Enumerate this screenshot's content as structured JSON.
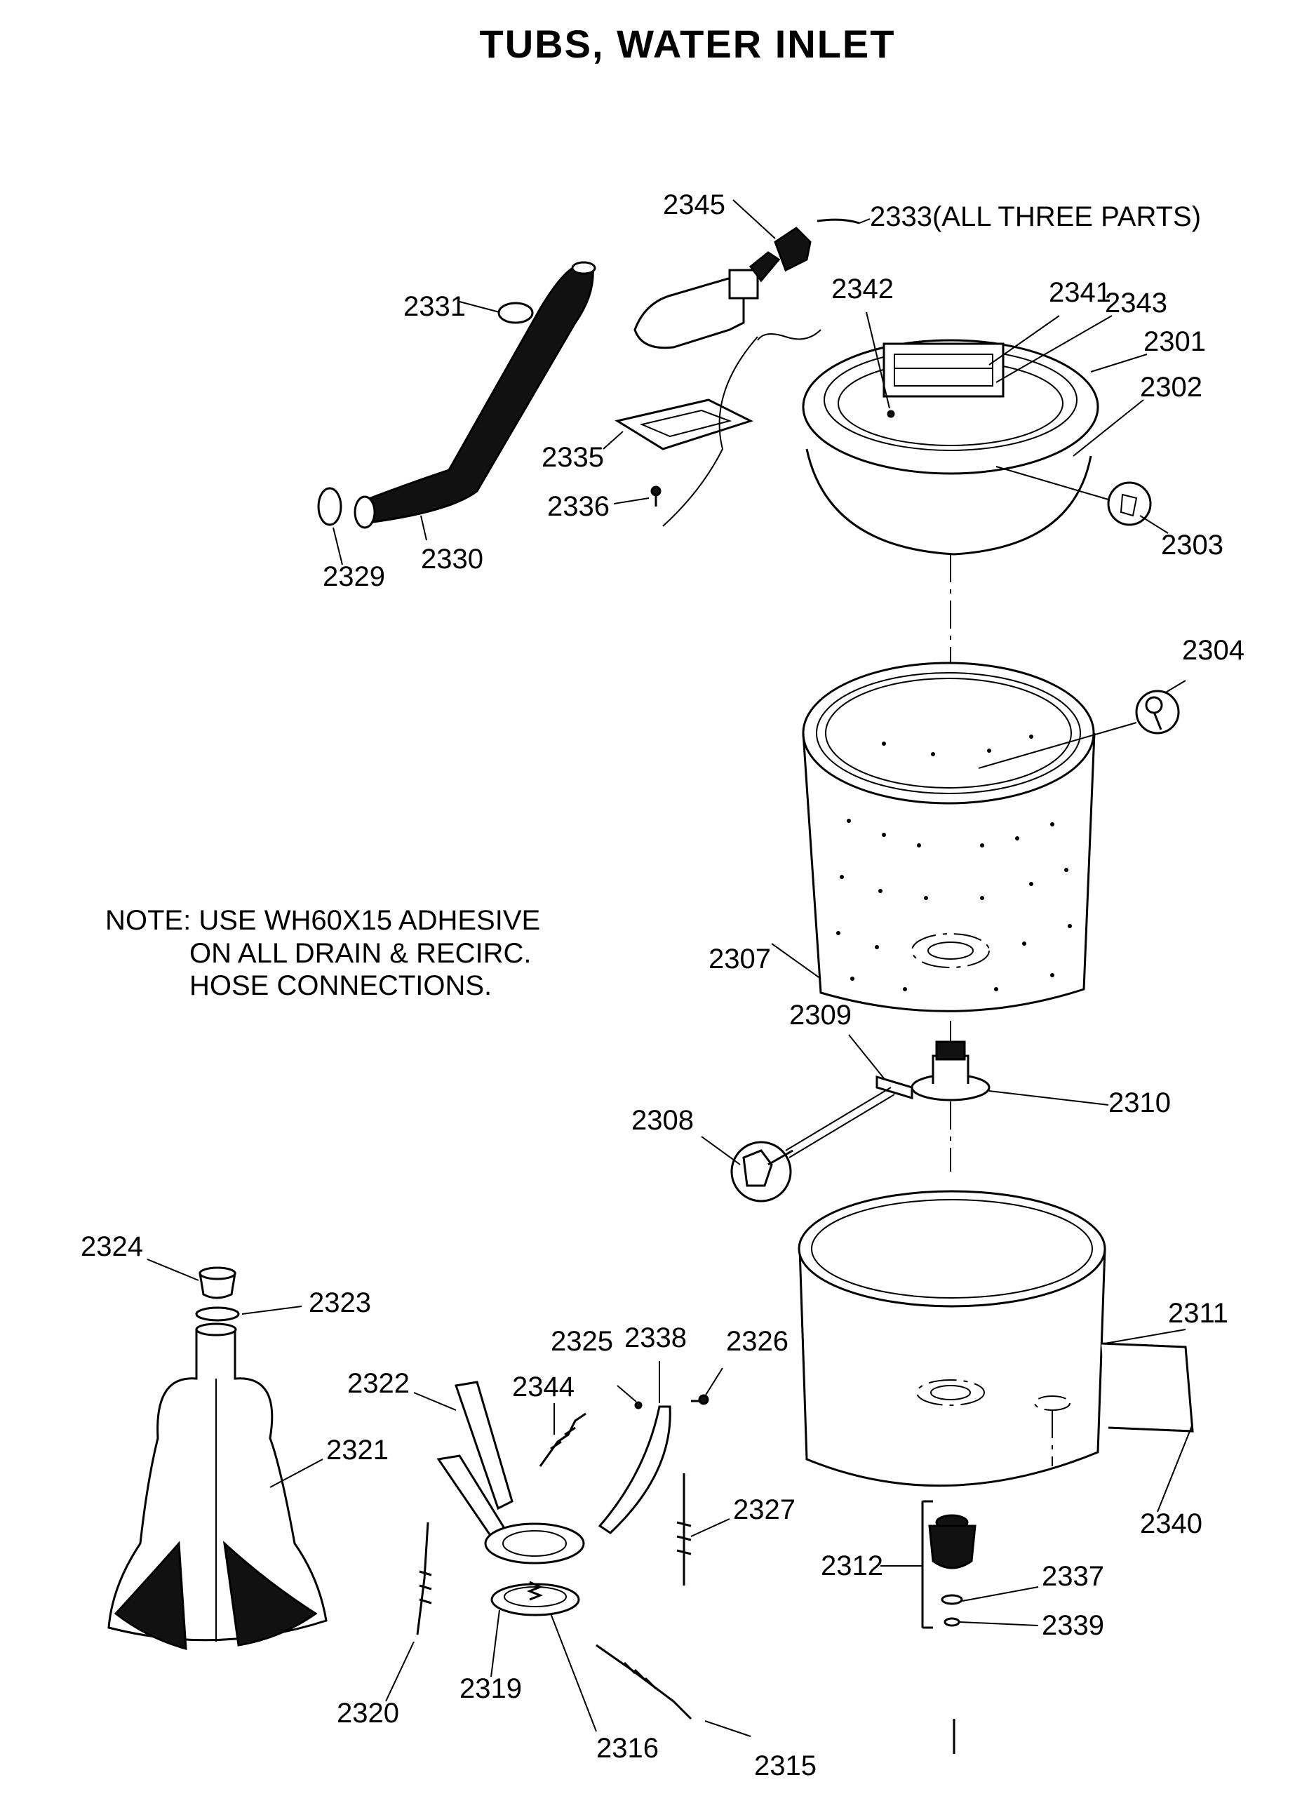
{
  "title": "TUBS, WATER INLET",
  "note": {
    "line1": "NOTE: USE WH60X15 ADHESIVE",
    "line2": "ON ALL DRAIN & RECIRC.",
    "line3": "HOSE CONNECTIONS."
  },
  "labels": {
    "p2345": "2345",
    "p2333": "2333(ALL THREE PARTS)",
    "p2331": "2331",
    "p2342": "2342",
    "p2341": "2341",
    "p2343": "2343",
    "p2301": "2301",
    "p2302": "2302",
    "p2335": "2335",
    "p2336": "2336",
    "p2303": "2303",
    "p2329": "2329",
    "p2330": "2330",
    "p2304": "2304",
    "p2307": "2307",
    "p2309": "2309",
    "p2310": "2310",
    "p2308": "2308",
    "p2324": "2324",
    "p2323": "2323",
    "p2325": "2325",
    "p2338": "2338",
    "p2326": "2326",
    "p2311": "2311",
    "p2322": "2322",
    "p2344": "2344",
    "p2321": "2321",
    "p2327": "2327",
    "p2340": "2340",
    "p2312": "2312",
    "p2337": "2337",
    "p2339": "2339",
    "p2319": "2319",
    "p2320": "2320",
    "p2316": "2316",
    "p2315": "2315"
  }
}
